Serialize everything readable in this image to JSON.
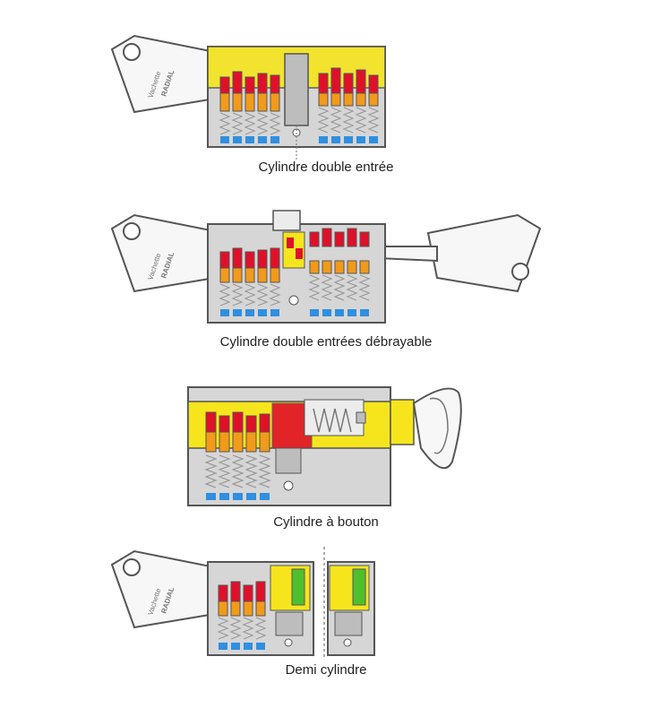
{
  "colors": {
    "outline": "#555555",
    "body_fill": "#d6d6d6",
    "body_light": "#ececec",
    "key_fill": "#f7f7f7",
    "pin_red": "#e0102a",
    "pin_orange": "#f29a1a",
    "pin_blue": "#2f8fe0",
    "spring": "#9a9a9a",
    "brass": "#f6e51c",
    "green": "#4fbf2f",
    "cam": "#bdbdbd"
  },
  "key_brand": "Vachette",
  "key_model": "RADIAL",
  "diagrams": [
    {
      "caption": "Cylindre double entrée"
    },
    {
      "caption": "Cylindre double entrées débrayable"
    },
    {
      "caption": "Cylindre à bouton"
    },
    {
      "caption": "Demi cylindre"
    }
  ]
}
